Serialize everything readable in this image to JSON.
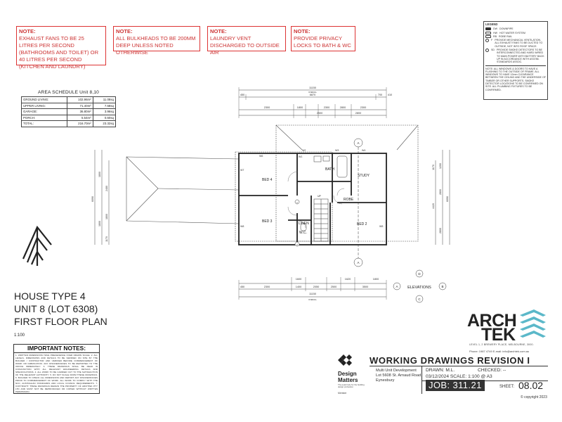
{
  "notes": [
    {
      "heading": "NOTE:",
      "text": "EXHAUST FANS TO BE 25 LITRES PER SECOND (BATHROOMS AND TOILET) OR 40 LITRES PER SECOND (KITCHEN AND LAUNDRY)"
    },
    {
      "heading": "NOTE:",
      "text": "ALL BULKHEADS TO BE 200mm DEEP UNLESS NOTED OTHERWISE"
    },
    {
      "heading": "NOTE:",
      "text": "LAUNDRY VENT DISCHARGED TO OUTSIDE AIR"
    },
    {
      "heading": "NOTE:",
      "text": "PROVIDE PRIVACY LOCKS TO BATH & WC"
    }
  ],
  "legend": {
    "heading": "LEGEND",
    "items": [
      {
        "symbol": "DW",
        "label": "DOWNPIPE"
      },
      {
        "symbol": "HW",
        "label": "HOT WATER SYSTEM"
      },
      {
        "symbol": "RB",
        "label": "ROBE RAIL"
      },
      {
        "symbol": "F",
        "label": "PROVIDE MECHANICAL VENTILATION. ALL EXHAUST FANS TO BE DUCTED TO OUTSIDE, NOT INTO ROOF SPACE."
      },
      {
        "symbol": "SD",
        "label": "PROVIDE SMOKE DETECTORS TO BE INTERCONNECTED AND HARD WIRED TO MAIN POWER WITH BATTERY BACK UP IN ACCORDANCE WITH AS3786. STANDARDS ASSOC."
      }
    ],
    "note": "NOTE: ALL WINDOWS & DOORS TO HAVE A FLASHING TO THE OUTSIDE OF FRAME. ALL WINDOWS TO HAVE 12mm CLEARANCE BETWEEN THE CEILING AND THE UNDERSIDE OF TIMBER OR OTHER SUPPORTS. SMOKE DETECTOR LOCATIONS TO BE CONFIRMED ON SITE. ALL PLUMBING FIXTURES TO BE CONFIRMED."
  },
  "area_schedule": {
    "title": "AREA SCHEDULE Unit 8,10",
    "rows": [
      {
        "name": "GROUND LIVING:",
        "m2": "102.96m²",
        "sq": "11.08sq"
      },
      {
        "name": "UPPER LIVING:",
        "m2": "71.40m²",
        "sq": "7.68sq"
      },
      {
        "name": "GARAGE:",
        "m2": "36.80m²",
        "sq": "3.96sq"
      },
      {
        "name": "PORCH:",
        "m2": "5.54m²",
        "sq": "0.60sq"
      },
      {
        "name": "TOTAL:",
        "m2": "216.70m²",
        "sq": "23.32sq"
      }
    ]
  },
  "plan": {
    "rooms": {
      "bed4": "BED 4",
      "bed3": "BED 3",
      "bed2": "BED 2",
      "bath": "BATH",
      "study": "STUDY",
      "robe": "ROBE",
      "linen": "LINEN",
      "wc": "W.C.",
      "up": "UP"
    },
    "dims_top": {
      "overall": "11150",
      "overall_sub": "OVERALL",
      "segments": [
        "450",
        "6870",
        "700",
        "410"
      ],
      "sub1": [
        "2300",
        "1800",
        "2300",
        "2800",
        "2300"
      ],
      "sub2": [
        "2500",
        "2800"
      ]
    },
    "dims_bottom": {
      "overall": "11150",
      "overall_sub": "OVERALL",
      "segments": [
        "450",
        "2300",
        "1400",
        "2050",
        "2500",
        "3500"
      ],
      "sub": [
        "1600",
        "1620",
        "1800"
      ]
    },
    "dims_left": [
      "6090",
      "1800",
      "1800",
      "2480",
      "1800",
      "1170"
    ],
    "dims_right": [
      "1200",
      "2800",
      "6090",
      "1170",
      "4420",
      "2800"
    ],
    "windows": [
      "W1",
      "W2",
      "W3",
      "W4",
      "W5",
      "W6",
      "W7",
      "W8"
    ],
    "section_markers": [
      "A",
      "A",
      "1",
      "2"
    ],
    "elevations_label": "ELEVATIONS",
    "elevation_markers": [
      "D",
      "A",
      "B",
      "C"
    ]
  },
  "title_block": {
    "line1": "HOUSE TYPE 4",
    "line2": "UNIT 8 (LOT 6308)",
    "line3": "FIRST FLOOR PLAN",
    "scale": "1:100"
  },
  "important_notes": {
    "heading": "IMPORTANT NOTES:",
    "body": "1. WRITTEN DIMENSIONS HAVE PRECEDENCE OVER DRAWN SCALE. 2. ALL LEVELS, DIMENSIONS AND DETAILS TO BE VERIFIED ON SITE BY THE BUILDER / CONTRACTOR AND VERIFIED BEFORE COMMENCEMENT OF WORK OR FABRICATION. ANY DISCREPANCIES TO BE REPORTED TO THE OFFICE IMMEDIATELY. 3. THESE DRAWINGS SHALL BE READ IN CONJUNCTION WITH ALL RELEVANT ENGINEERING DETAILS AND SPECIFICATIONS. 4. ALL WORK TO BE CARRIED OUT TO THE SATISFACTION OF THE RELEVANT AUTHORITY. 5. DO NOT SCALE FROM THESE DRAWINGS. 6. BUILDER TO CHECK ALL DIMENSIONS AND REPORT ANY DISCREPANCIES PRIOR TO COMMENCEMENT OF WORK. ALL WORK TO COMPLY WITH THE NCC, AUSTRALIAN STANDARDS AND LOCAL COUNCIL REQUIREMENTS. 7. COPYRIGHT: THESE DRAWINGS REMAIN THE PROPERTY OF ARCHTEK PTY LTD AND MUST NOT BE REPRODUCED OR COPIED WITHOUT WRITTEN PERMISSION."
  },
  "design_matters": {
    "name_line1": "Design",
    "name_line2": "Matters",
    "tagline": "The peak body for the building design profession",
    "member": "Member"
  },
  "archtek": {
    "line1": "ARCH",
    "line2": "TEK",
    "address": "LEVEL 1, 2 BREWERY PLACE, MELBOURNE, 3000.",
    "contact": "Phone: 1987 4749  E-mail: info@archtek.com.au"
  },
  "drawing": {
    "status": "WORKING DRAWINGS REVISION I",
    "project_line1": "Multi Unit Development",
    "project_line2": "Lot 5608 St. Arnaud Road,",
    "project_line3": "Eynesbury",
    "drawn": "DRAWN:  M.L.",
    "checked": "CHECKED:  --",
    "date": "03/12/2024   SCALE: 1:100 @ A3",
    "job": "JOB: 311.21",
    "sheet_label": "SHEET:",
    "sheet": "08.02",
    "copyright": "© copyright 2023"
  },
  "colors": {
    "note_red": "#cc3333",
    "line": "#333333",
    "logo_blue": "#5bb8c9"
  },
  "north_arrow_icon": "north-arrow-icon"
}
